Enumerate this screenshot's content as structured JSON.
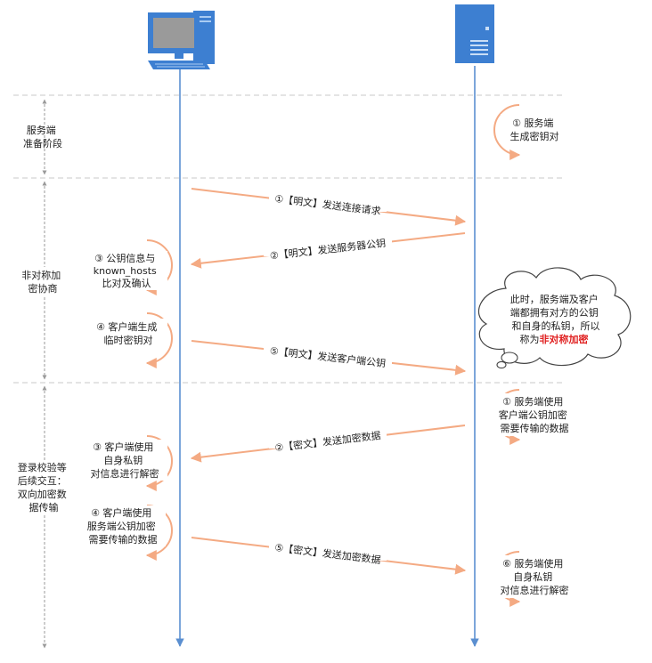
{
  "colors": {
    "lifeline": "#5b8fd0",
    "arrow": "#f4aa83",
    "divider": "#c8c8c8",
    "cloud_stroke": "#444444",
    "highlight": "#e02020",
    "text": "#222222"
  },
  "actors": {
    "client": {
      "icon": "desktop-computer-icon"
    },
    "server": {
      "icon": "server-tower-icon"
    }
  },
  "phases": [
    {
      "lines": [
        "服务端",
        "准备阶段"
      ]
    },
    {
      "lines": [
        "非对称加",
        "密协商"
      ]
    },
    {
      "lines": [
        "登录校验等",
        "后续交互：",
        "双向加密数",
        "据传输"
      ]
    }
  ],
  "messages": [
    {
      "label": "①【明文】发送连接请求"
    },
    {
      "label": "②【明文】发送服务器公钥"
    },
    {
      "label": "⑤【明文】发送客户端公钥"
    },
    {
      "label": "②【密文】发送加密数据"
    },
    {
      "label": "⑤【密文】发送加密数据"
    }
  ],
  "server_notes": [
    {
      "lines": [
        "① 服务端",
        "生成密钥对"
      ]
    },
    {
      "lines": [
        "① 服务端使用",
        "客户端公钥加密",
        "需要传输的数据"
      ]
    },
    {
      "lines": [
        "⑥ 服务端使用",
        "自身私钥",
        "对信息进行解密"
      ]
    }
  ],
  "client_notes": [
    {
      "lines": [
        "③ 公钥信息与",
        "known_hosts",
        "比对及确认"
      ]
    },
    {
      "lines": [
        "④ 客户端生成",
        "临时密钥对"
      ]
    },
    {
      "lines": [
        "③ 客户端使用",
        "自身私钥",
        "对信息进行解密"
      ]
    },
    {
      "lines": [
        "④ 客户端使用",
        "服务端公钥加密",
        "需要传输的数据"
      ]
    }
  ],
  "cloud": {
    "lines": [
      "此时，服务端及客户",
      "端都拥有对方的公钥",
      "和自身的私钥，所以"
    ],
    "last_prefix": "称为",
    "last_highlight": "非对称加密"
  }
}
